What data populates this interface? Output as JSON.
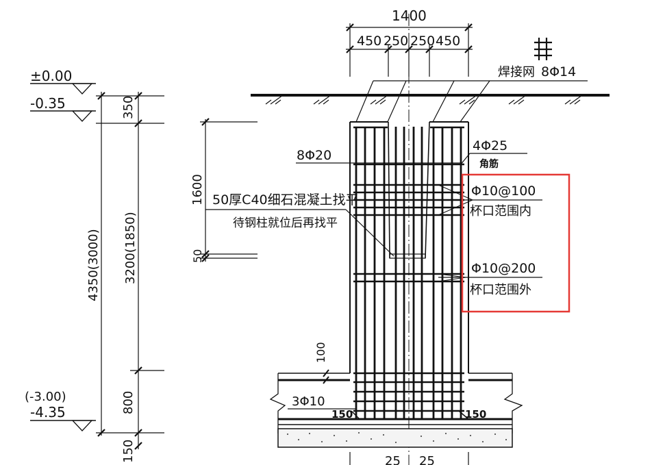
{
  "elevations": {
    "e1": "±0.00",
    "e2": "-0.35",
    "e3": "(-3.00)",
    "e4": "-4.35"
  },
  "dimensions": {
    "vertical": {
      "d350": "350",
      "d4350": "4350(3000)",
      "d3200": "3200(1850)",
      "d800": "800",
      "d150": "150",
      "d1600": "1600",
      "d50": "50",
      "d100": "100"
    },
    "top": {
      "total": "1400",
      "seg1": "450",
      "seg2": "250",
      "seg3": "250",
      "seg4": "450"
    },
    "bottom": {
      "left150": "150",
      "right150": "150",
      "b1": "25",
      "b2": "25"
    }
  },
  "labels": {
    "weld_mesh": "焊接网",
    "weld_mesh_spec": "8Φ14",
    "rebar_8phi20": "8Φ20",
    "rebar_4phi25": "4Φ25",
    "corner_bar": "角筋",
    "leveling_line1": "50厚C40细石混凝土找平",
    "leveling_line2": "待钢柱就位后再找平",
    "stirrup_inside_spec": "Φ10@100",
    "stirrup_inside_desc": "杯口范围内",
    "stirrup_outside_spec": "Φ10@200",
    "stirrup_outside_desc": "杯口范围外",
    "rebar_3phi10": "3Φ10"
  },
  "highlight": {
    "color": "#e53935"
  }
}
